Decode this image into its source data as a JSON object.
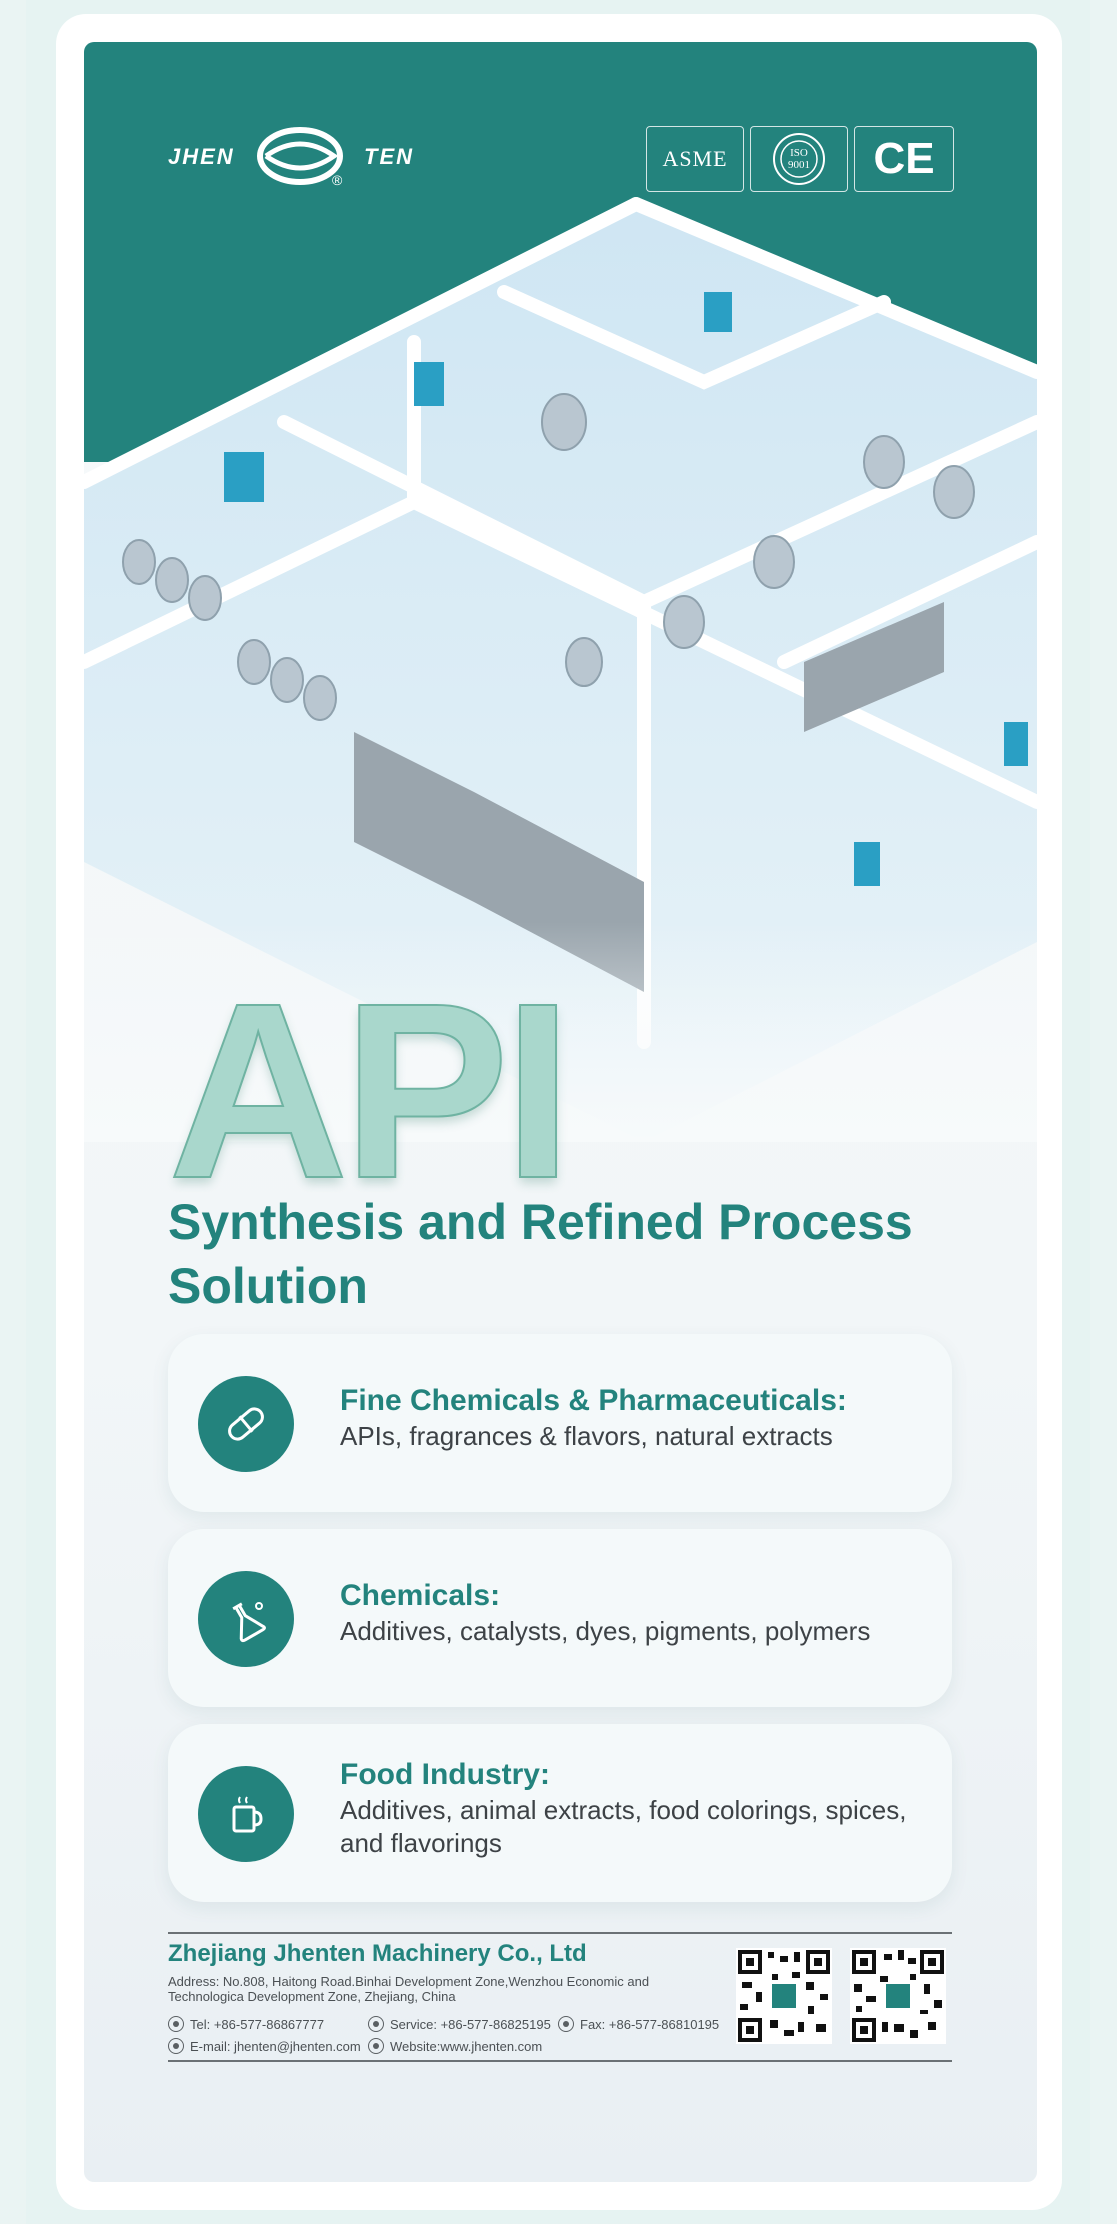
{
  "brand": {
    "logo_left": "JHEN",
    "logo_right": "TEN",
    "logo_mark": "®"
  },
  "certifications": [
    "ASME",
    "ISO 9001",
    "CE"
  ],
  "hero": {
    "big_title": "API",
    "headline": "Synthesis and Refined Process Solution"
  },
  "features": [
    {
      "icon": "capsule-icon",
      "title": "Fine Chemicals & Pharmaceuticals:",
      "desc": "APIs, fragrances & flavors, natural extracts"
    },
    {
      "icon": "flask-icon",
      "title": "Chemicals:",
      "desc": "Additives, catalysts, dyes, pigments, polymers"
    },
    {
      "icon": "mug-icon",
      "title": "Food Industry:",
      "desc": "Additives, animal extracts, food colorings, spices, and flavorings"
    }
  ],
  "footer": {
    "company": "Zhejiang Jhenten Machinery Co., Ltd",
    "address": "Address: No.808, Haitong Road.Binhai Development Zone,Wenzhou Economic and Technologica Development Zone, Zhejiang, China",
    "tel": "Tel: +86-577-86867777",
    "service": "Service: +86-577-86825195",
    "fax": "Fax: +86-577-86810195",
    "email": "E-mail: jhenten@jhenten.com",
    "website": "Website:www.jhenten.com"
  },
  "colors": {
    "brand_teal": "#23837d",
    "text_dark": "#3d4246"
  }
}
